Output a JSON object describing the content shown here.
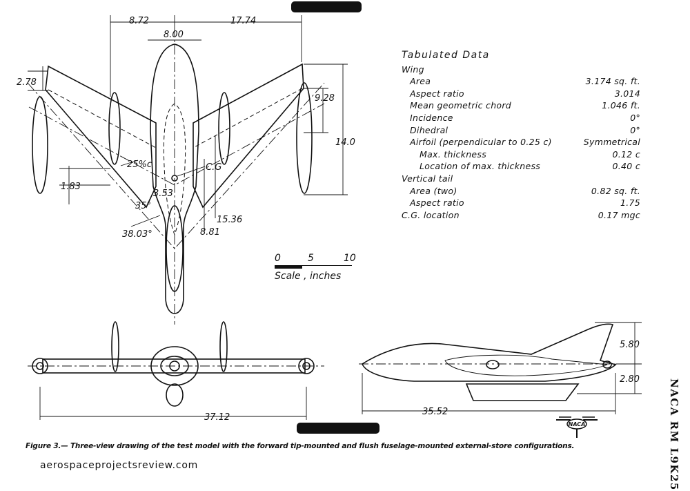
{
  "dimensions": {
    "span_left": "8.72",
    "span_right": "17.74",
    "fuselage_width": "8.00",
    "tip_chord": "2.78",
    "wing_dim_928": "9.28",
    "height_14": "14.0",
    "sweep_label": "25%c",
    "cg_label": "C.G",
    "d183": "1.83",
    "d353": "3.53",
    "angle35": "35°",
    "angle3803": "38.03°",
    "d1536": "15.36",
    "d881": "8.81",
    "span_front": "37.12",
    "length_side": "35.52",
    "height_580": "5.80",
    "height_280": "2.80"
  },
  "scale": {
    "tick0": "0",
    "tick5": "5",
    "tick10": "10",
    "label": "Scale , inches"
  },
  "table": {
    "title": "Tabulated  Data",
    "rows": [
      {
        "label": "Wing",
        "value": "",
        "level": 1
      },
      {
        "label": "Area",
        "value": "3.174  sq. ft.",
        "level": 2
      },
      {
        "label": "Aspect  ratio",
        "value": "3.014",
        "level": 2
      },
      {
        "label": "Mean  geometric  chord",
        "value": "1.046 ft.",
        "level": 2
      },
      {
        "label": "Incidence",
        "value": "0°",
        "level": 2
      },
      {
        "label": "Dihedral",
        "value": "0°",
        "level": 2
      },
      {
        "label": "Airfoil (perpendicular to 0.25 c)",
        "value": "Symmetrical",
        "level": 2
      },
      {
        "label": "Max.  thickness",
        "value": "0.12 c",
        "level": 3
      },
      {
        "label": "Location  of  max.  thickness",
        "value": "0.40 c",
        "level": 3
      },
      {
        "label": "Vertical  tail",
        "value": "",
        "level": 1
      },
      {
        "label": "Area  (two)",
        "value": "0.82  sq. ft.",
        "level": 2
      },
      {
        "label": "Aspect  ratio",
        "value": "1.75",
        "level": 2
      },
      {
        "label": "C.G.  location",
        "value": "0.17  mgc",
        "level": 1
      }
    ]
  },
  "caption": "Figure 3.— Three-view drawing of the test model  with the forward tip-mounted  and flush fuselage-mounted external-store configurations.",
  "site": "aerospaceprojectsreview.com",
  "sidenote": "NACA RM L9K25",
  "naca_logo": "NACA"
}
